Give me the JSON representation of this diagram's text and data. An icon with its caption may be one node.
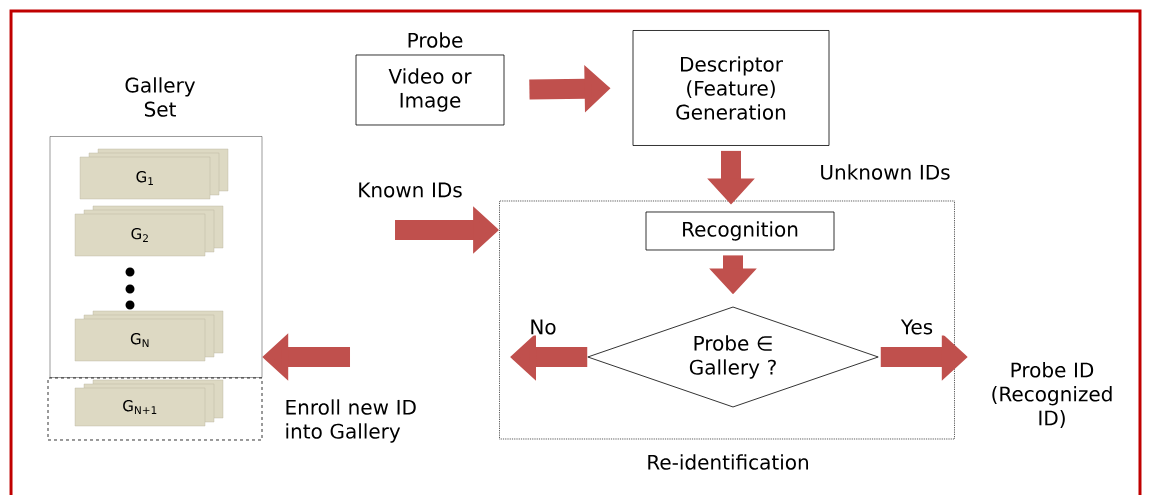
{
  "diagram": {
    "nodes": [
      {
        "text": [
          "Gallery Set"
        ]
      },
      {
        "text": [
          "G$_{1}$"
        ],
        "in": 0
      },
      {
        "text": [
          "G$_{2}$"
        ],
        "in": 0
      },
      {
        "text": [
          "G$_{N}$"
        ],
        "in": 0
      },
      {
        "text": [],
        "shape": "box"
      },
      {
        "text": [
          "G$_{N+1}$"
        ],
        "in": 4
      },
      {
        "text": [
          "Video or Image"
        ],
        "beside": [
          "Probe"
        ]
      },
      {
        "text": [
          "Descriptor (Feature) Generation"
        ]
      },
      {
        "text": [
          "Re-identification"
        ]
      },
      {
        "text": [
          "Recognition"
        ],
        "in": 8
      },
      {
        "text": [
          "Probe ∈ Gallery ?"
        ],
        "in": 8
      },
      {
        "text": [
          "Probe ID (Recognized ID)"
        ]
      }
    ],
    "edges": [
      {
        "from": 6,
        "to": 7,
        "arrow": "to"
      },
      {
        "from": 7,
        "to": 9,
        "arrow": "to",
        "label": "Unknown IDs"
      },
      {
        "from": null,
        "to": 8,
        "arrow": "to",
        "label": "Known IDs"
      },
      {
        "from": 9,
        "to": 10,
        "arrow": "to"
      },
      {
        "from": 10,
        "to": null,
        "arrow": "to",
        "label": "No"
      },
      {
        "from": null,
        "to": 0,
        "arrow": "to",
        "label": "Enroll new ID into Gallery"
      },
      {
        "from": 10,
        "to": 11,
        "arrow": "to",
        "label": "Yes"
      }
    ]
  }
}
